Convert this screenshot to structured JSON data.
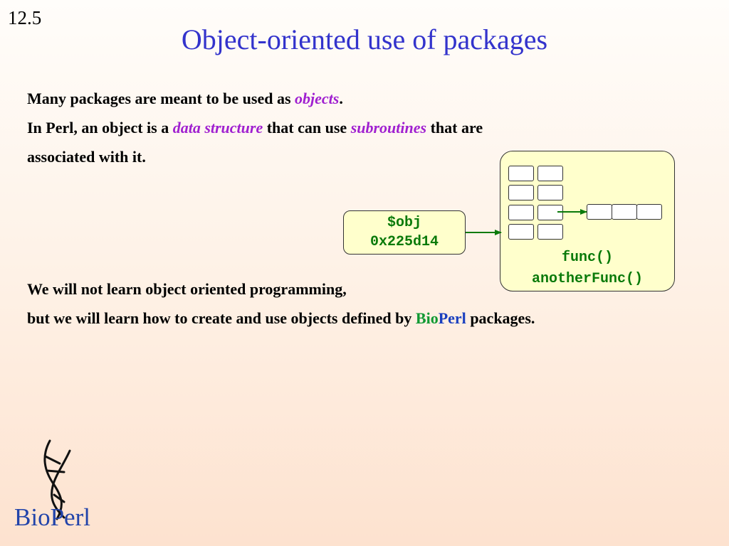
{
  "slide_number": "12.5",
  "title": "Object-oriented use of packages",
  "intro": {
    "line1_before": "Many packages are meant to be used as ",
    "line1_highlight": "objects",
    "line1_after": ".",
    "line2_before": "In Perl, an object is a ",
    "line2_highlight1": "data structure",
    "line2_middle": " that can use ",
    "line2_highlight2": "subroutines",
    "line2_after": " that are",
    "line3": "associated with it."
  },
  "diagram": {
    "var_name": "$obj",
    "var_address": "0x225d14",
    "func1": "func()",
    "func2": "anotherFunc()"
  },
  "outro": {
    "line1": "We will not learn object oriented programming,",
    "line2_before": "but we will learn how to create and use objects defined by ",
    "line2_bio": "Bio",
    "line2_perl": "Perl",
    "line2_after": " packages."
  },
  "logo": {
    "bio": "Bio",
    "perl": "Perl"
  },
  "colors": {
    "title": "#3333cc",
    "highlight": "#a020d0",
    "code_green": "#0a7a0a",
    "box_fill": "#ffffcc"
  }
}
